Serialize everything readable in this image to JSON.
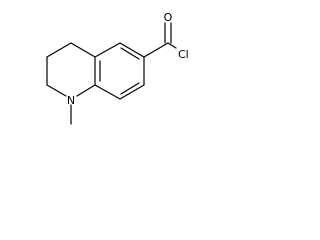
{
  "molecule": {
    "atoms": {
      "nitrogen": "N",
      "carbonyl_oxygen": "O",
      "chlorine": "Cl"
    },
    "colors": {
      "bond": "#000000",
      "label": "#000000",
      "background": "#ffffff"
    }
  }
}
